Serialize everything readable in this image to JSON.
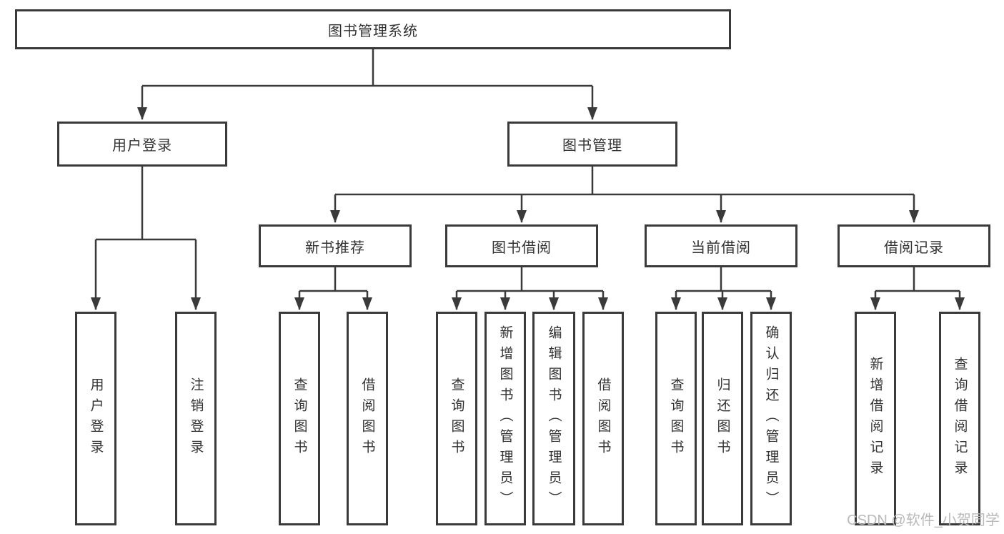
{
  "diagram": {
    "root": {
      "label": "图书管理系统"
    },
    "branches": [
      {
        "label": "用户登录",
        "children": [
          {
            "label": "用户登录"
          },
          {
            "label": "注销登录"
          }
        ]
      },
      {
        "label": "图书管理",
        "children": [
          {
            "label": "新书推荐",
            "children": [
              {
                "label": "查询图书"
              },
              {
                "label": "借阅图书"
              }
            ]
          },
          {
            "label": "图书借阅",
            "children": [
              {
                "label": "查询图书"
              },
              {
                "label": "新增图书（管理员）"
              },
              {
                "label": "编辑图书（管理员）"
              },
              {
                "label": "借阅图书"
              }
            ]
          },
          {
            "label": "当前借阅",
            "children": [
              {
                "label": "查询图书"
              },
              {
                "label": "归还图书"
              },
              {
                "label": "确认归还（管理员）"
              }
            ]
          },
          {
            "label": "借阅记录",
            "children": [
              {
                "label": "新增借阅记录"
              },
              {
                "label": "查询借阅记录"
              }
            ]
          }
        ]
      }
    ]
  },
  "watermark": {
    "text": "CSDN @软件_小贺同学"
  },
  "colors": {
    "line": "#3a3a3a",
    "box_border": "#3a3a3a",
    "box_background": "#ffffff",
    "text": "#323232",
    "watermark_text": "#b9b9b9"
  }
}
